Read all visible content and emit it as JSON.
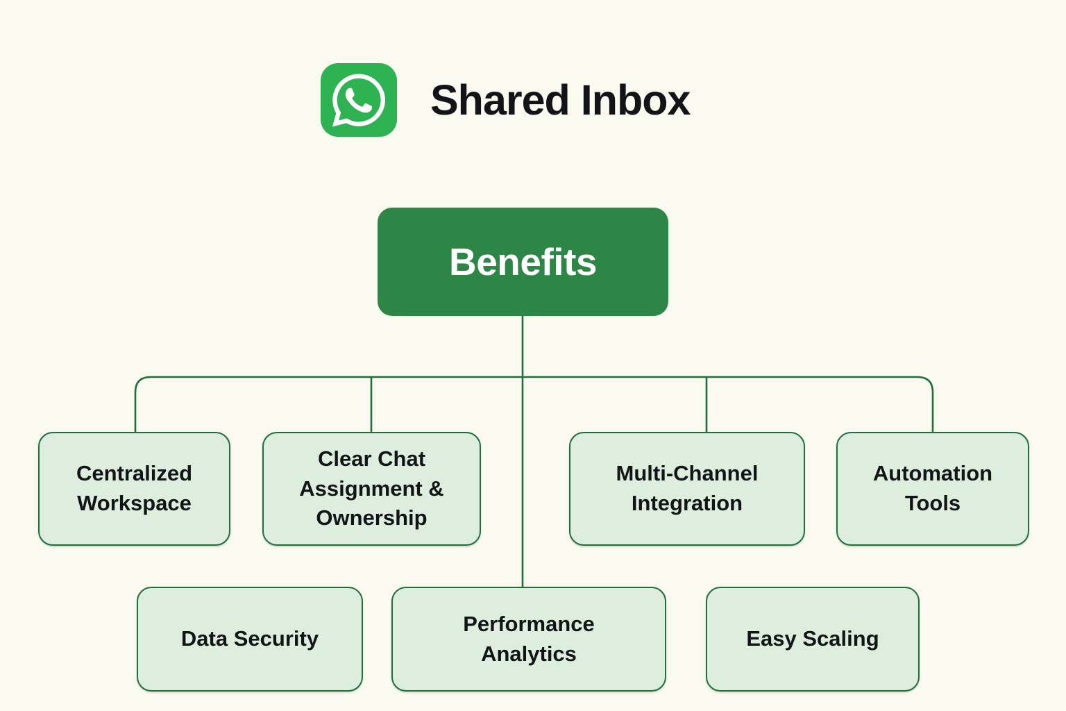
{
  "header": {
    "icon": "whatsapp-icon",
    "title": "Shared Inbox"
  },
  "root": {
    "label": "Benefits"
  },
  "branches_row1": [
    {
      "label": "Centralized Workspace"
    },
    {
      "label": "Clear Chat Assignment & Ownership"
    },
    {
      "label": "Multi-Channel Integration"
    },
    {
      "label": "Automation Tools"
    }
  ],
  "branches_row2": [
    {
      "label": "Data Security"
    },
    {
      "label": "Performance Analytics"
    },
    {
      "label": "Easy Scaling"
    }
  ],
  "colors": {
    "background": "#fbfaf1",
    "brand_green": "#2fb252",
    "root_fill": "#2e8646",
    "root_text": "#ffffff",
    "node_fill": "#ddeede",
    "node_border": "#1f6e3c",
    "connector": "#1f6e3c",
    "text_dark": "#121417"
  }
}
